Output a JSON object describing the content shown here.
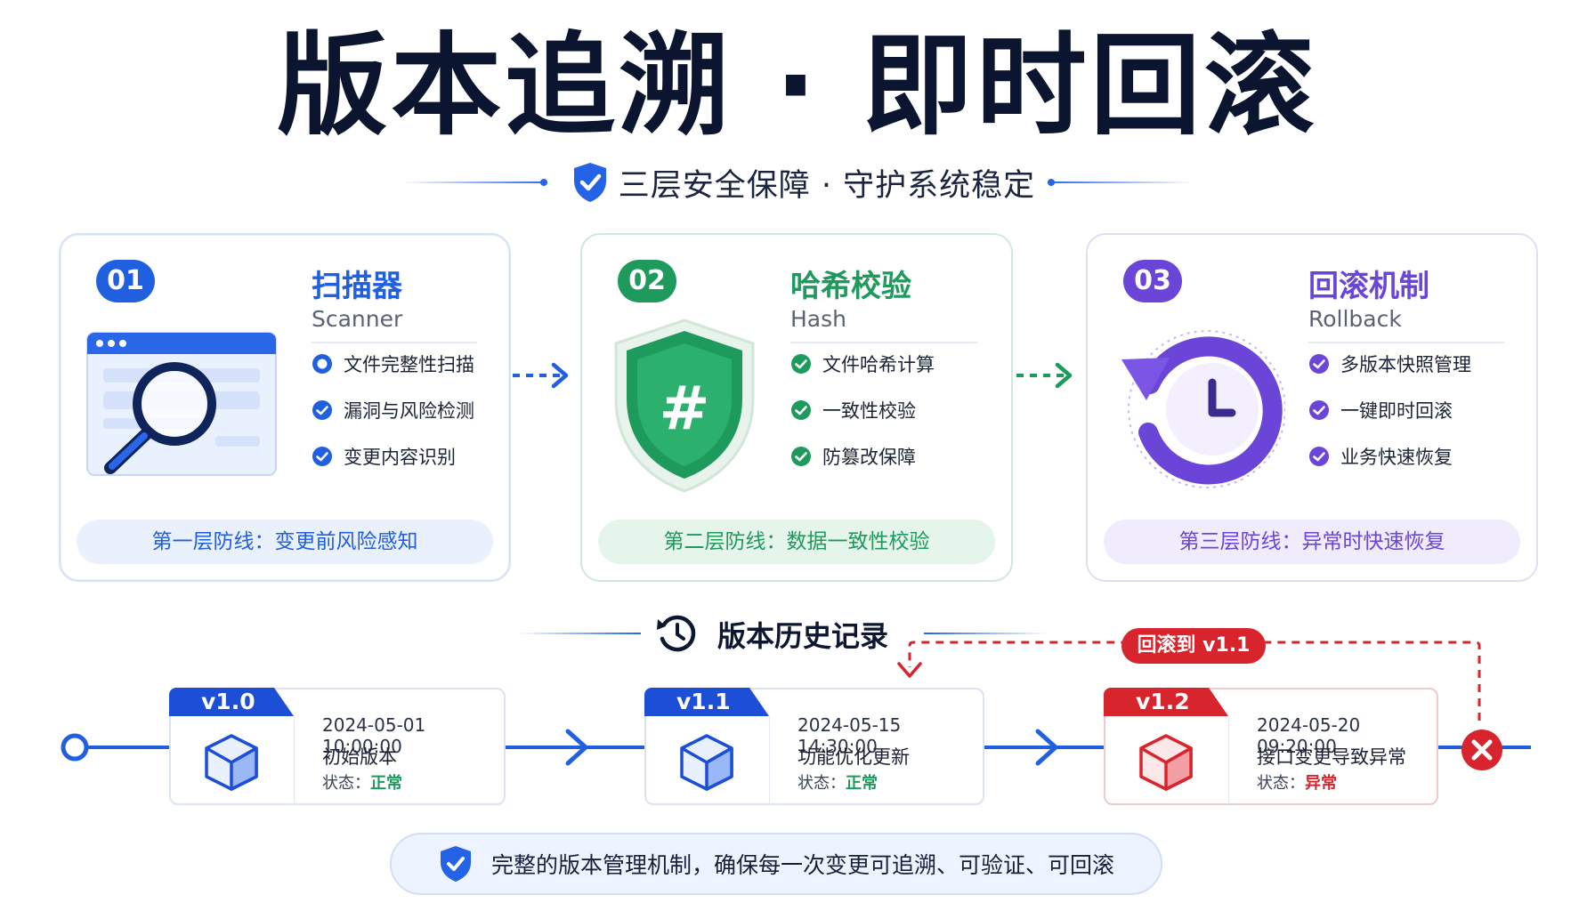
{
  "title": "版本追溯 · 即时回滚",
  "subtitle": "三层安全保障 · 守护系统稳定",
  "colors": {
    "blue": "#1f5fe0",
    "green": "#1f9a5d",
    "purple": "#6b45d8",
    "red": "#d8242c"
  },
  "cards": [
    {
      "badge": "01",
      "title": "扫描器",
      "subtitle": "Scanner",
      "icon": "magnifier-icon",
      "features": [
        "文件完整性扫描",
        "漏洞与风险检测",
        "变更内容识别"
      ],
      "footer": "第一层防线：变更前风险感知"
    },
    {
      "badge": "02",
      "title": "哈希校验",
      "subtitle": "Hash",
      "icon": "hash-shield-icon",
      "features": [
        "文件哈希计算",
        "一致性校验",
        "防篡改保障"
      ],
      "footer": "第二层防线：数据一致性校验"
    },
    {
      "badge": "03",
      "title": "回滚机制",
      "subtitle": "Rollback",
      "icon": "rollback-clock-icon",
      "features": [
        "多版本快照管理",
        "一键即时回滚",
        "业务快速恢复"
      ],
      "footer": "第三层防线：异常时快速恢复"
    }
  ],
  "history": {
    "title": "版本历史记录",
    "status_label": "状态：",
    "rollback_label": "回滚到 v1.1",
    "versions": [
      {
        "version": "v1.0",
        "datetime": "2024-05-01 10:00:00",
        "description": "初始版本",
        "status": "正常"
      },
      {
        "version": "v1.1",
        "datetime": "2024-05-15 14:30:00",
        "description": "功能优化更新",
        "status": "正常"
      },
      {
        "version": "v1.2",
        "datetime": "2024-05-20 09:20:00",
        "description": "接口变更导致异常",
        "status": "异常"
      }
    ]
  },
  "banner": "完整的版本管理机制，确保每一次变更可追溯、可验证、可回滚"
}
